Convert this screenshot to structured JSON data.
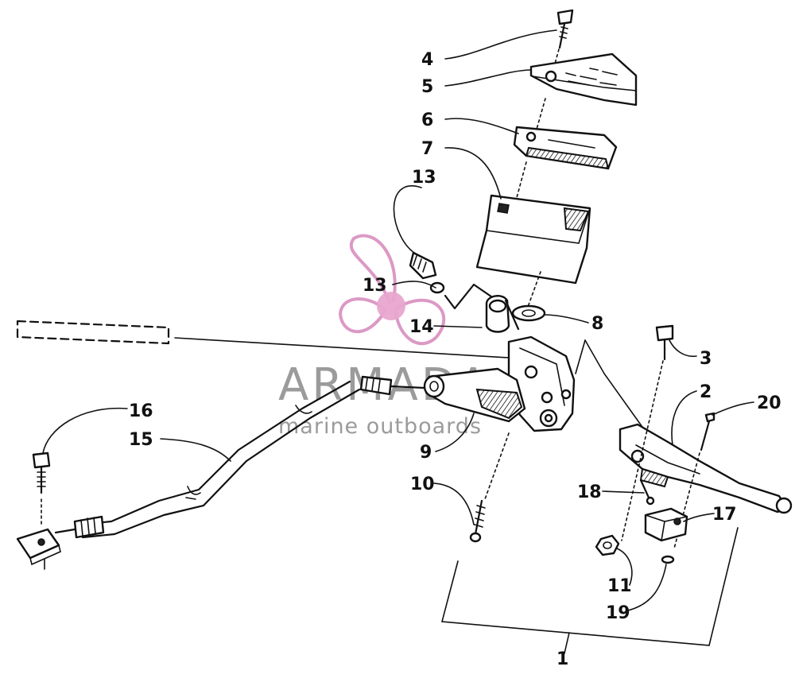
{
  "diagram": {
    "callouts": [
      {
        "id": "c1",
        "text": "1"
      },
      {
        "id": "c2",
        "text": "2"
      },
      {
        "id": "c3",
        "text": "3"
      },
      {
        "id": "c4",
        "text": "4"
      },
      {
        "id": "c5",
        "text": "5"
      },
      {
        "id": "c6",
        "text": "6"
      },
      {
        "id": "c7",
        "text": "7"
      },
      {
        "id": "c8",
        "text": "8"
      },
      {
        "id": "c9",
        "text": "9"
      },
      {
        "id": "c10",
        "text": "10"
      },
      {
        "id": "c11",
        "text": "11"
      },
      {
        "id": "c13a",
        "text": "13"
      },
      {
        "id": "c13b",
        "text": "13"
      },
      {
        "id": "c14",
        "text": "14"
      },
      {
        "id": "c15",
        "text": "15"
      },
      {
        "id": "c16",
        "text": "16"
      },
      {
        "id": "c17",
        "text": "17"
      },
      {
        "id": "c18",
        "text": "18"
      },
      {
        "id": "c19",
        "text": "19"
      },
      {
        "id": "c20",
        "text": "20"
      }
    ]
  },
  "watermark": {
    "brand": "ARMADA",
    "tagline": "marine outboards",
    "logo_icon": "propeller-icon",
    "colors": {
      "logo_pink": "#d98fbf",
      "text_gray": "#8a8a8a"
    }
  }
}
